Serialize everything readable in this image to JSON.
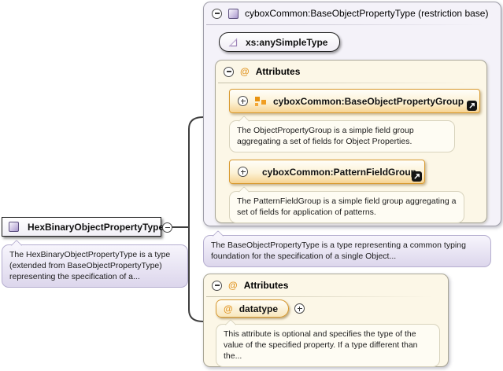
{
  "colors": {
    "accent_orange": "#E2992B",
    "group_border_orange": "#D99A30",
    "icon_purple": "#A896CC",
    "panel_lavender": "#F4F2F9",
    "panel_cream": "#FCF7E7",
    "callout_lavender": "#E4DFF1",
    "callout_cream": "#FEFCF3",
    "connector_gray": "#3F3F3F"
  },
  "icons": {
    "at": "@"
  },
  "root": {
    "label": "HexBinaryObjectPropertyType",
    "description": "The HexBinaryObjectPropertyType is a type (extended from BaseObjectPropertyType) representing the specification of a..."
  },
  "base_panel": {
    "title": "cyboxCommon:BaseObjectPropertyType (restriction base)",
    "simple_type_label": "xs:anySimpleType",
    "attributes_header": "Attributes",
    "attribute_groups": [
      {
        "label": "cyboxCommon:BaseObjectPropertyGroup",
        "description": "The ObjectPropertyGroup is a simple field group aggregating a set of fields for Object Properties."
      },
      {
        "label": "cyboxCommon:PatternFieldGroup",
        "description": "The PatternFieldGroup is a simple field group aggregating a set of fields for application of patterns."
      }
    ],
    "description": "The BaseObjectPropertyType is a type representing a common typing foundation for the specification of a single Object..."
  },
  "attributes_panel": {
    "header": "Attributes",
    "attributes": [
      {
        "name": "datatype",
        "description": "This attribute is optional and specifies the type of the value of the specified property. If a type different than the..."
      }
    ]
  }
}
